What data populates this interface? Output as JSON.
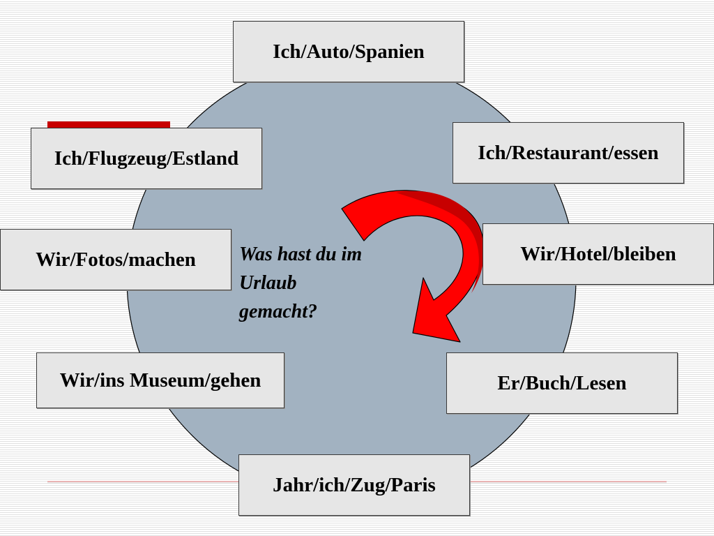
{
  "center": {
    "question_lines": [
      "Was hast du im",
      "Urlaub",
      "gemacht?"
    ]
  },
  "prompts": [
    {
      "id": "ich-auto-spanien",
      "label": "Ich/Auto/Spanien"
    },
    {
      "id": "ich-flugzeug-estland",
      "label": "Ich/Flugzeug/Estland"
    },
    {
      "id": "ich-restaurant-essen",
      "label": "Ich/Restaurant/essen"
    },
    {
      "id": "wir-fotos-machen",
      "label": "Wir/Fotos/machen"
    },
    {
      "id": "wir-hotel-bleiben",
      "label": "Wir/Hotel/bleiben"
    },
    {
      "id": "wir-ins-museum-gehen",
      "label": "Wir/ins Museum/gehen"
    },
    {
      "id": "er-buch-lesen",
      "label": "Er/Buch/Lesen"
    },
    {
      "id": "jahr-ich-zug-paris",
      "label": "Jahr/ich/Zug/Paris"
    }
  ],
  "colors": {
    "circle_fill": "#a2b2c1",
    "arrow_fill": "#ff0000",
    "arrow_shade": "#c70000",
    "accent_bar": "#c80000",
    "rule_line": "#e8a0a0",
    "box_fill": "#e6e6e6"
  }
}
